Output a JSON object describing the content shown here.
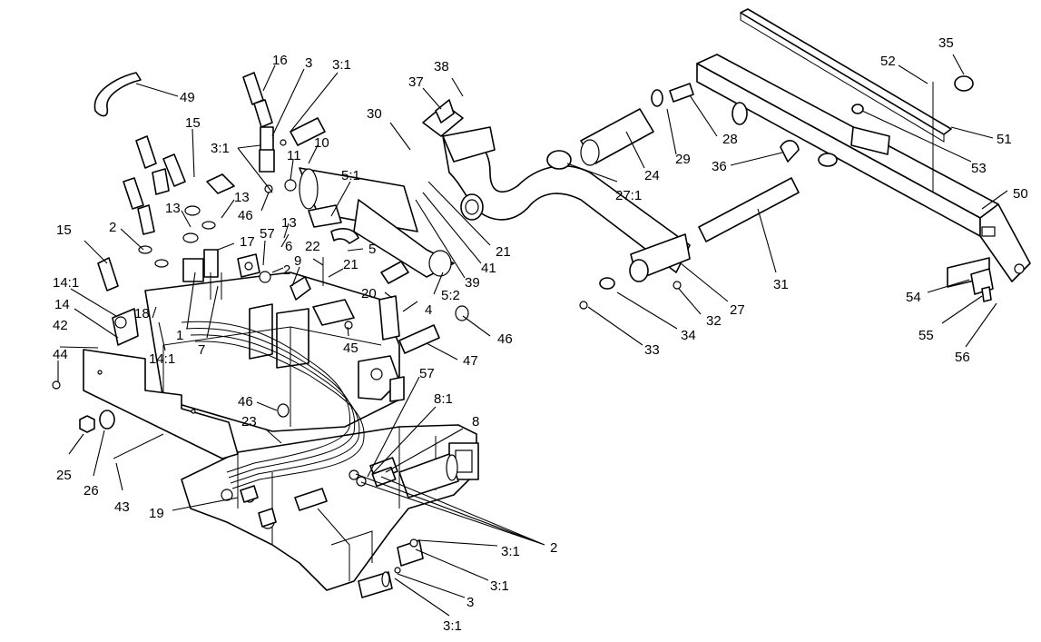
{
  "diagram": {
    "callouts": [
      {
        "id": "c1",
        "text": "16"
      },
      {
        "id": "c2",
        "text": "3"
      },
      {
        "id": "c3",
        "text": "3:1"
      },
      {
        "id": "c4",
        "text": "49"
      },
      {
        "id": "c5",
        "text": "15"
      },
      {
        "id": "c6",
        "text": "3:1"
      },
      {
        "id": "c7",
        "text": "10"
      },
      {
        "id": "c8",
        "text": "11"
      },
      {
        "id": "c9",
        "text": "13"
      },
      {
        "id": "c10",
        "text": "13"
      },
      {
        "id": "c11",
        "text": "46"
      },
      {
        "id": "c12",
        "text": "5:1"
      },
      {
        "id": "c13",
        "text": "2"
      },
      {
        "id": "c14",
        "text": "15"
      },
      {
        "id": "c15",
        "text": "57"
      },
      {
        "id": "c16",
        "text": "13"
      },
      {
        "id": "c17",
        "text": "6"
      },
      {
        "id": "c18",
        "text": "17"
      },
      {
        "id": "c19",
        "text": "22"
      },
      {
        "id": "c20",
        "text": "5"
      },
      {
        "id": "c21",
        "text": "9"
      },
      {
        "id": "c22",
        "text": "2"
      },
      {
        "id": "c23",
        "text": "21"
      },
      {
        "id": "c24",
        "text": "14:1"
      },
      {
        "id": "c25",
        "text": "14"
      },
      {
        "id": "c26",
        "text": "18"
      },
      {
        "id": "c27",
        "text": "1"
      },
      {
        "id": "c28",
        "text": "7"
      },
      {
        "id": "c29",
        "text": "14:1"
      },
      {
        "id": "c30",
        "text": "42"
      },
      {
        "id": "c31",
        "text": "44"
      },
      {
        "id": "c32",
        "text": "20"
      },
      {
        "id": "c33",
        "text": "4"
      },
      {
        "id": "c34",
        "text": "45"
      },
      {
        "id": "c35",
        "text": "46"
      },
      {
        "id": "c36",
        "text": "47"
      },
      {
        "id": "c37",
        "text": "57"
      },
      {
        "id": "c38",
        "text": "46"
      },
      {
        "id": "c39",
        "text": "8:1"
      },
      {
        "id": "c40",
        "text": "23"
      },
      {
        "id": "c41",
        "text": "8"
      },
      {
        "id": "c42",
        "text": "25"
      },
      {
        "id": "c43",
        "text": "26"
      },
      {
        "id": "c44",
        "text": "43"
      },
      {
        "id": "c45",
        "text": "19"
      },
      {
        "id": "c46",
        "text": "2"
      },
      {
        "id": "c47",
        "text": "3:1"
      },
      {
        "id": "c48",
        "text": "3:1"
      },
      {
        "id": "c49",
        "text": "3"
      },
      {
        "id": "c50",
        "text": "3:1"
      },
      {
        "id": "c51",
        "text": "37"
      },
      {
        "id": "c52",
        "text": "38"
      },
      {
        "id": "c53",
        "text": "30"
      },
      {
        "id": "c54",
        "text": "21"
      },
      {
        "id": "c55",
        "text": "41"
      },
      {
        "id": "c56",
        "text": "39"
      },
      {
        "id": "c57",
        "text": "5:2"
      },
      {
        "id": "c58",
        "text": "35"
      },
      {
        "id": "c59",
        "text": "52"
      },
      {
        "id": "c60",
        "text": "28"
      },
      {
        "id": "c61",
        "text": "29"
      },
      {
        "id": "c62",
        "text": "24"
      },
      {
        "id": "c63",
        "text": "27:1"
      },
      {
        "id": "c64",
        "text": "36"
      },
      {
        "id": "c65",
        "text": "51"
      },
      {
        "id": "c66",
        "text": "53"
      },
      {
        "id": "c67",
        "text": "50"
      },
      {
        "id": "c68",
        "text": "31"
      },
      {
        "id": "c69",
        "text": "27"
      },
      {
        "id": "c70",
        "text": "32"
      },
      {
        "id": "c71",
        "text": "34"
      },
      {
        "id": "c72",
        "text": "33"
      },
      {
        "id": "c73",
        "text": "54"
      },
      {
        "id": "c74",
        "text": "55"
      },
      {
        "id": "c75",
        "text": "56"
      }
    ]
  }
}
